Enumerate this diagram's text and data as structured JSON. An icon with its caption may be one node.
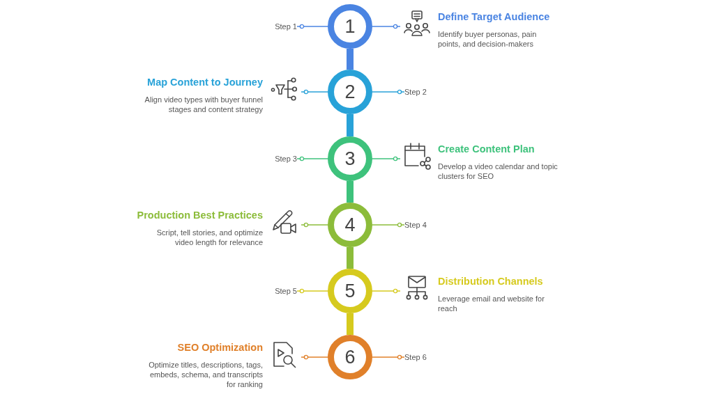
{
  "diagram": {
    "nodes": [
      {
        "text": [
          "Step 1"
        ]
      },
      {
        "text": [
          "1"
        ]
      },
      {
        "text": [
          "Define Target Audience",
          "Identify buyer personas, pain points, and decision-makers"
        ]
      },
      {
        "text": [
          "Map Content to Journey",
          "Align video types with buyer funnel stages and content strategy"
        ]
      },
      {
        "text": [
          "2"
        ]
      },
      {
        "text": [
          "Step 2"
        ]
      },
      {
        "text": [
          "Step 3"
        ]
      },
      {
        "text": [
          "3"
        ]
      },
      {
        "text": [
          "Create Content Plan",
          "Develop a video calendar and topic clusters for SEO"
        ]
      },
      {
        "text": [
          "Production Best Practices",
          "Script, tell stories, and optimize video length for relevance"
        ]
      },
      {
        "text": [
          "4"
        ]
      },
      {
        "text": [
          "Step 4"
        ]
      },
      {
        "text": [
          "Step 5"
        ]
      },
      {
        "text": [
          "5"
        ]
      },
      {
        "text": [
          "Distribution Channels",
          "Leverage email and website for reach"
        ]
      },
      {
        "text": [
          "SEO Optimization",
          "Optimize titles, descriptions, tags, embeds, schema, and transcripts for ranking"
        ]
      },
      {
        "text": [
          "6"
        ]
      },
      {
        "text": [
          "Step 6"
        ]
      }
    ],
    "edges": [
      {
        "from": 1,
        "to": 0,
        "arrow": "other",
        "color": "#4a84e2"
      },
      {
        "from": 1,
        "to": 2,
        "arrow": "other",
        "color": "#4a84e2"
      },
      {
        "from": 4,
        "to": 3,
        "arrow": "other",
        "color": "#28a2d8"
      },
      {
        "from": 4,
        "to": 5,
        "arrow": "other",
        "color": "#28a2d8"
      },
      {
        "from": 7,
        "to": 6,
        "arrow": "other",
        "color": "#3ec27c"
      },
      {
        "from": 7,
        "to": 8,
        "arrow": "other",
        "color": "#3ec27c"
      },
      {
        "from": 10,
        "to": 9,
        "arrow": "other",
        "color": "#8cbc3a"
      },
      {
        "from": 10,
        "to": 11,
        "arrow": "other",
        "color": "#8cbc3a"
      },
      {
        "from": 13,
        "to": 12,
        "arrow": "other",
        "color": "#d6ca1e"
      },
      {
        "from": 13,
        "to": 14,
        "arrow": "other",
        "color": "#d6ca1e"
      },
      {
        "from": 16,
        "to": 15,
        "arrow": "other",
        "color": "#e0802a"
      },
      {
        "from": 16,
        "to": 17,
        "arrow": "other",
        "color": "#e0802a"
      },
      {
        "from": 1,
        "to": 4,
        "arrow": "none",
        "style": "thick",
        "color": "#4a84e2"
      },
      {
        "from": 4,
        "to": 7,
        "arrow": "none",
        "style": "thick",
        "color": "#28a2d8"
      },
      {
        "from": 7,
        "to": 10,
        "arrow": "none",
        "style": "thick",
        "color": "#3ec27c"
      },
      {
        "from": 10,
        "to": 13,
        "arrow": "none",
        "style": "thick",
        "color": "#8cbc3a"
      },
      {
        "from": 13,
        "to": 16,
        "arrow": "none",
        "style": "thick",
        "color": "#d6ca1e"
      }
    ]
  }
}
